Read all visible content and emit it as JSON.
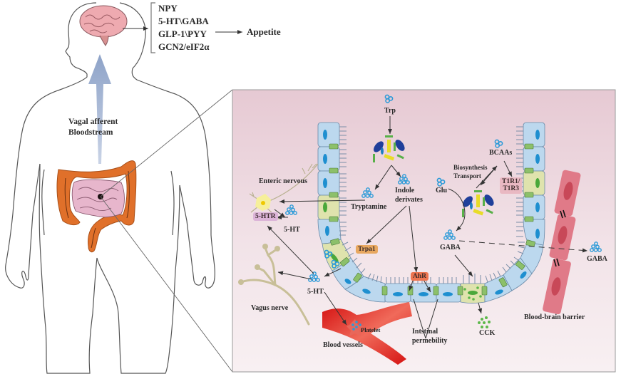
{
  "figure": {
    "regulators": [
      "NPY",
      "5-HT\\GABA",
      "GLP-1\\PYY",
      "GCN2/eIF2α"
    ],
    "outcome": "Appetite",
    "pathway_label_line1": "Vagal afferent",
    "pathway_label_line2": "Bloodstream"
  },
  "panel": {
    "inputs": {
      "trp": "Trp",
      "bcaas": "BCAAs",
      "glu": "Glu",
      "biosynthesis": "Biosynthesis",
      "transport": "Transport"
    },
    "metabolites": {
      "tryptamine": "Tryptamine",
      "indole_line1": "Indole",
      "indole_line2": "derivates",
      "serotonin_cell": "5-HT",
      "serotonin_gut": "5-HT",
      "gaba_gut": "GABA",
      "gaba_brain": "GABA",
      "cck": "CCK"
    },
    "receptors": {
      "htr": "5-HTR",
      "trpa1": "Trpa1",
      "ahr": "AhR",
      "t1r_line1": "T1R1/",
      "t1r_line2": "T1R3"
    },
    "structures": {
      "enteric": "Enteric nervous",
      "vagus": "Vagus nerve",
      "platelet": "Platelet",
      "blood_vessels": "Blood vessels",
      "permeability_line1": "Intstinal",
      "permeability_line2": "permebility",
      "bbb": "Blood-brain barrier"
    }
  },
  "colors": {
    "panel_bg": "#e8cdd6",
    "enterocyte": "#bcd8ee",
    "enteroendocrine": "#dfe3ad",
    "junction": "#8cc06a",
    "nucleus_blue": "#1e8fd0",
    "colon": "#e0702a",
    "small_intestine": "#e7b6cc",
    "brain": "#eeaab0",
    "vagal_arrow": "#8ea3c8",
    "bbb_cell": "#e07a88",
    "vessel": "#d91a1a",
    "molecule_blue": "#2b9ad8",
    "molecule_green": "#5cb84a",
    "trpa1_tag": "#e8a860",
    "ahr_tag": "#ee7550",
    "htr_tag": "#dcb4d8",
    "t1r_tag": "#e9b8c2"
  }
}
